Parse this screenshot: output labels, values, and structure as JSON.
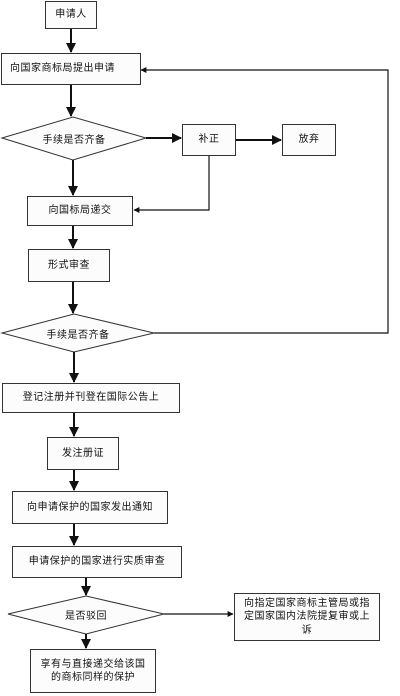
{
  "nodes": {
    "applicant": "申请人",
    "file_application": "向国家商标局提出申请",
    "decision_complete_1": "手续是否齐备",
    "supplement": "补正",
    "abandon": "放弃",
    "submit_to_office": "向国标局递交",
    "formal_examination": "形式审查",
    "decision_complete_2": "手续是否齐备",
    "register_publish": "登记注册并刊登在国际公告上",
    "issue_certificate": "发注册证",
    "notify_countries": "向申请保护的国家发出通知",
    "substantive_examination": "申请保护的国家进行实质审查",
    "decision_reject": "是否驳回",
    "appeal": "向指定国家商标主管局或指定国家国内法院提复审或上诉",
    "protection": "享有与直接递交给该国的商标同样的保护"
  },
  "colors": {
    "line": "#111111",
    "box_border": "#333333",
    "box_fill": "#fcfcfc"
  }
}
